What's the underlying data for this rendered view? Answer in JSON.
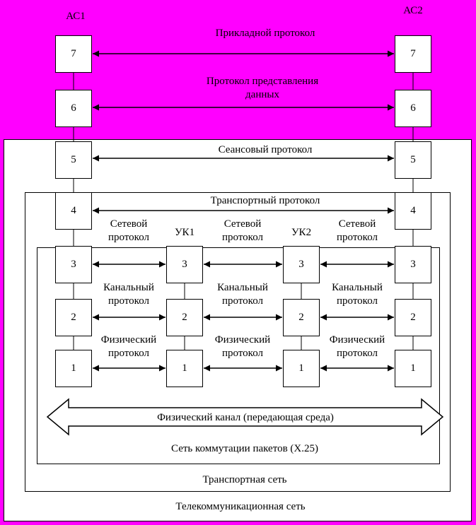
{
  "nodes": {
    "as1": {
      "label": "АС1",
      "layers": [
        "7",
        "6",
        "5",
        "4",
        "3",
        "2",
        "1"
      ]
    },
    "as2": {
      "label": "АС2",
      "layers": [
        "7",
        "6",
        "5",
        "4",
        "3",
        "2",
        "1"
      ]
    },
    "uk1": {
      "label": "УК1",
      "layers": [
        "3",
        "2",
        "1"
      ]
    },
    "uk2": {
      "label": "УК2",
      "layers": [
        "3",
        "2",
        "1"
      ]
    }
  },
  "protocols": {
    "application": "Прикладной протокол",
    "presentation": "Протокол представления\nданных",
    "session": "Сеансовый протокол",
    "transport": "Транспортный протокол",
    "network": "Сетевой\nпротокол",
    "datalink": "Канальный\nпротокол",
    "physical": "Физический\nпротокол"
  },
  "regions": {
    "physical_channel": "Физический канал (передающая среда)",
    "packet_network": "Сеть коммутации пакетов (Х.25)",
    "transport_network": "Транспортная сеть",
    "telecom_network": "Телекоммуникационная сеть"
  },
  "colors": {
    "top_background": "#ff00ff",
    "diagram_background": "#ffffff",
    "line_color": "#000000",
    "text_color": "#000000"
  }
}
